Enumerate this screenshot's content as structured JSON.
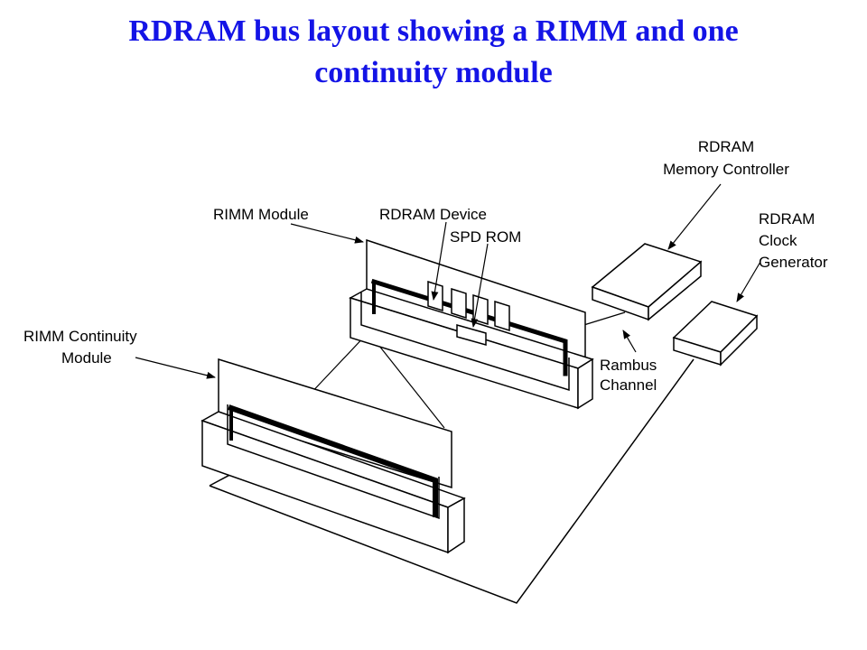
{
  "slide": {
    "title_line1": "RDRAM bus layout showing a RIMM and one",
    "title_line2": "continuity module"
  },
  "labels": {
    "rimm_module": "RIMM Module",
    "rdram_device": "RDRAM Device",
    "spd_rom": "SPD ROM",
    "controller_1": "RDRAM",
    "controller_2": "Memory Controller",
    "clock_1": "RDRAM",
    "clock_2": "Clock",
    "clock_3": "Generator",
    "continuity_1": "RIMM Continuity",
    "continuity_2": "Module",
    "channel_1": "Rambus",
    "channel_2": "Channel"
  },
  "colors": {
    "title": "#1414e6",
    "line": "#000000"
  }
}
